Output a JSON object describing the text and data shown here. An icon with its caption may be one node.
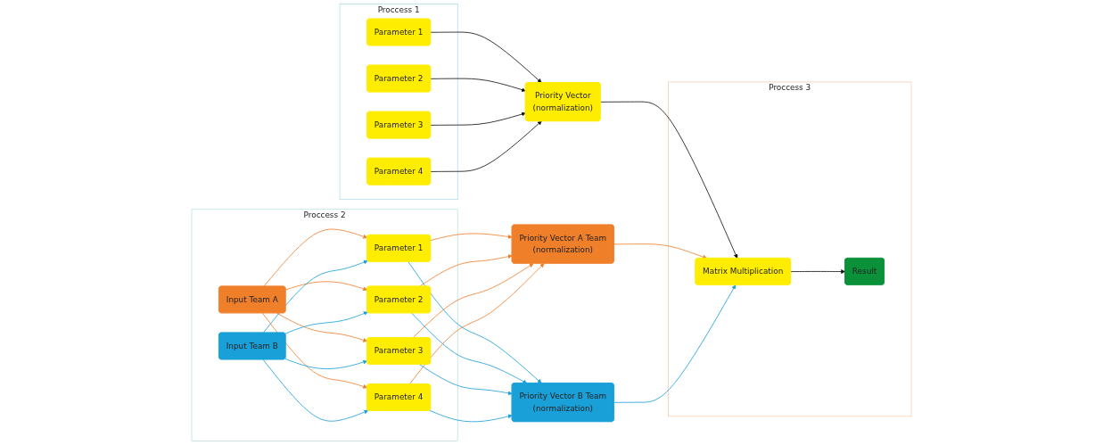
{
  "diagram": {
    "nodes": [
      {
        "text": [
          "Proccess 1"
        ]
      },
      {
        "text": [
          "Parameter 1"
        ],
        "in": 0
      },
      {
        "text": [
          "Parameter 2"
        ],
        "in": 0
      },
      {
        "text": [
          "Parameter 3"
        ],
        "in": 0
      },
      {
        "text": [
          "Parameter 4"
        ],
        "in": 0
      },
      {
        "text": [
          "Priority Vector",
          "(normalization)"
        ]
      },
      {
        "text": [
          "Proccess 2"
        ]
      },
      {
        "text": [
          "Priority Vector A Team",
          "(normalization)"
        ]
      },
      {
        "text": [
          "Parameter 1"
        ],
        "in": 6
      },
      {
        "text": [
          "Parameter 2"
        ],
        "in": 6
      },
      {
        "text": [
          "Priority Vector B Team",
          "(normalization)"
        ]
      },
      {
        "text": [
          "Parameter 3"
        ],
        "in": 6
      },
      {
        "text": [
          "Parameter 4"
        ],
        "in": 6
      },
      {
        "text": [
          "Input Team A"
        ],
        "in": 6
      },
      {
        "text": [
          "Input Team B"
        ],
        "in": 6
      },
      {
        "text": [
          "Proccess 3"
        ]
      },
      {
        "text": [
          "Matrix Multiplication"
        ],
        "in": 15
      },
      {
        "text": [
          "Result"
        ],
        "in": 15
      }
    ],
    "edges": [
      {
        "from": 1,
        "to": 5,
        "arrow": "to",
        "color": "#111111"
      },
      {
        "from": 2,
        "to": 5,
        "arrow": "to",
        "color": "#111111"
      },
      {
        "from": 3,
        "to": 5,
        "arrow": "to",
        "color": "#111111"
      },
      {
        "from": 4,
        "to": 5,
        "arrow": "to",
        "color": "#111111"
      },
      {
        "from": 5,
        "to": 16,
        "arrow": "to",
        "color": "#111111"
      },
      {
        "from": 7,
        "to": 16,
        "arrow": "to",
        "color": "#f07f2a"
      },
      {
        "from": 10,
        "to": 16,
        "arrow": "to",
        "color": "#1aa0d8"
      },
      {
        "from": 16,
        "to": 17,
        "arrow": "to",
        "color": "#111111"
      },
      {
        "from": 8,
        "to": 7,
        "arrow": "to",
        "color": "#f07f2a"
      },
      {
        "from": 9,
        "to": 7,
        "arrow": "to",
        "color": "#f07f2a"
      },
      {
        "from": 11,
        "to": 7,
        "arrow": "to",
        "color": "#f07f2a"
      },
      {
        "from": 12,
        "to": 7,
        "arrow": "to",
        "color": "#f07f2a"
      },
      {
        "from": 8,
        "to": 10,
        "arrow": "to",
        "color": "#1aa0d8"
      },
      {
        "from": 9,
        "to": 10,
        "arrow": "to",
        "color": "#1aa0d8"
      },
      {
        "from": 11,
        "to": 10,
        "arrow": "to",
        "color": "#1aa0d8"
      },
      {
        "from": 12,
        "to": 10,
        "arrow": "to",
        "color": "#1aa0d8"
      },
      {
        "from": 13,
        "to": 8,
        "arrow": "to",
        "color": "#f07f2a"
      },
      {
        "from": 13,
        "to": 9,
        "arrow": "to",
        "color": "#f07f2a"
      },
      {
        "from": 13,
        "to": 11,
        "arrow": "to",
        "color": "#f07f2a"
      },
      {
        "from": 13,
        "to": 12,
        "arrow": "to",
        "color": "#f07f2a"
      },
      {
        "from": 14,
        "to": 8,
        "arrow": "to",
        "color": "#1aa0d8"
      },
      {
        "from": 14,
        "to": 9,
        "arrow": "to",
        "color": "#1aa0d8"
      },
      {
        "from": 14,
        "to": 11,
        "arrow": "to",
        "color": "#1aa0d8"
      },
      {
        "from": 14,
        "to": 12,
        "arrow": "to",
        "color": "#1aa0d8"
      }
    ]
  }
}
